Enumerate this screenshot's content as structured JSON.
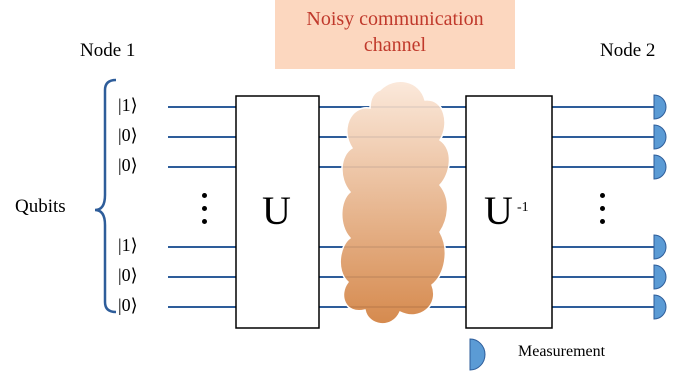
{
  "channel": {
    "label": "Noisy communication\nchannel"
  },
  "nodes": {
    "left": "Node 1",
    "right": "Node 2"
  },
  "qubits_label": "Qubits",
  "kets": [
    "|1⟩",
    "|0⟩",
    "|0⟩",
    "|1⟩",
    "|0⟩",
    "|0⟩"
  ],
  "gates": {
    "encode": "U",
    "decode": "U",
    "decode_superscript": "-1"
  },
  "legend": {
    "measurement": "Measurement"
  },
  "colors": {
    "wire": "#2e5d9a",
    "measure_fill": "#5b9bd5",
    "cloud_top": "#fbe7d8",
    "cloud_bottom": "#d2803f",
    "channel_bg": "#fcd7bf",
    "channel_text": "#c0392b"
  },
  "icons": [
    "measurement-meter-icon",
    "noise-cloud-icon",
    "brace-icon"
  ]
}
